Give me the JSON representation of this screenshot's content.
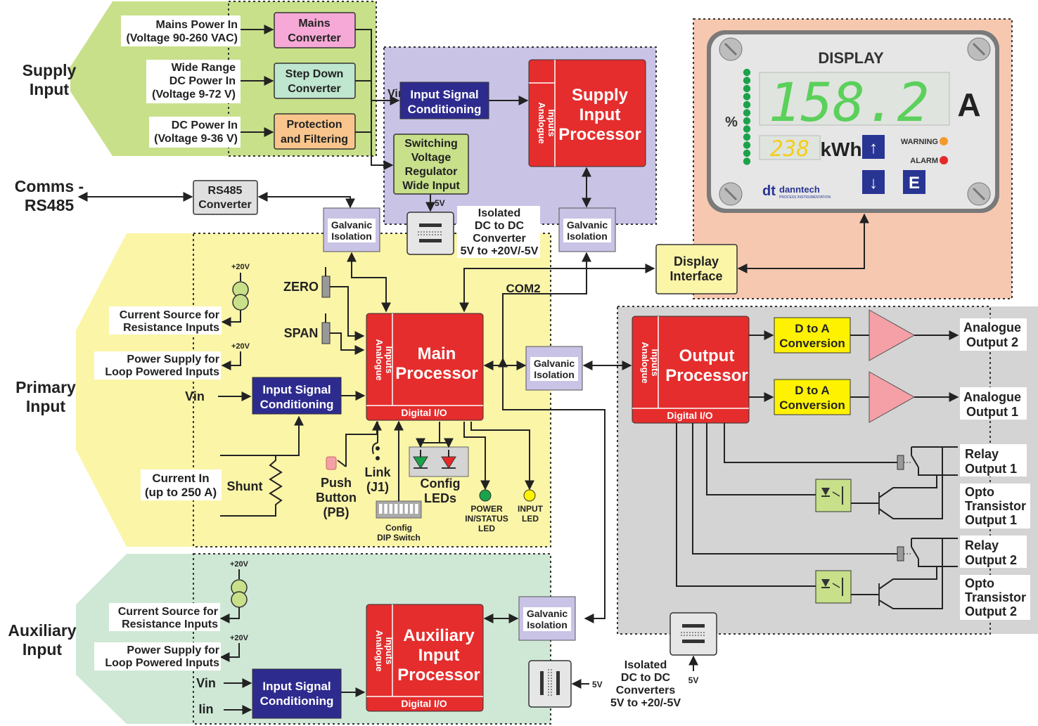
{
  "supply_input": {
    "section_label": [
      "Supply",
      "Input"
    ],
    "mains_power": [
      "Mains Power In",
      "(Voltage 90-260 VAC)"
    ],
    "wide_range_dc": [
      "Wide Range",
      "DC Power In",
      "(Voltage 9-72 V)"
    ],
    "dc_power": [
      "DC Power In",
      "(Voltage 9-36 V)"
    ],
    "mains_converter": [
      "Mains",
      "Converter"
    ],
    "step_down": [
      "Step Down",
      "Converter"
    ],
    "protection": [
      "Protection",
      "and Filtering"
    ],
    "vin": "Vin",
    "input_signal_conditioning": [
      "Input Signal",
      "Conditioning"
    ],
    "switching_regulator": [
      "Switching",
      "Voltage",
      "Regulator",
      "Wide Input"
    ],
    "supply_processor": [
      "Supply",
      "Input",
      "Processor"
    ],
    "analogue_inputs": [
      "Analogue",
      "Inputs"
    ],
    "five_v": "5V"
  },
  "comms": {
    "label": [
      "Comms -",
      "RS485"
    ],
    "converter": [
      "RS485",
      "Converter"
    ]
  },
  "galvanic": [
    "Galvanic",
    "Isolation"
  ],
  "isolated_converter_top": [
    "Isolated",
    "DC to DC",
    "Converter",
    "5V to +20V/-5V"
  ],
  "isolated_converters_bottom": [
    "Isolated",
    "DC to DC",
    "Converters",
    "5V to +20/-5V"
  ],
  "display": {
    "title": "DISPLAY",
    "main_value": "158.2",
    "unit": "A",
    "percent": "%",
    "secondary_value": "238",
    "secondary_unit": "kWh",
    "warning": "WARNING",
    "alarm": "ALARM",
    "brand": "danntech",
    "brand_sub": "PROCESS INSTRUMENTATION",
    "brand_logo": "dt",
    "button_up": "↑",
    "button_down": "↓",
    "button_e": "E",
    "bar_segments": 12,
    "colors": {
      "panel": "#f7c8b0",
      "led": "#1aa34a",
      "seg": "#5bd05b",
      "warning": "#f39a2e",
      "alarm": "#e62828",
      "button": "#283593"
    }
  },
  "display_interface": [
    "Display",
    "Interface"
  ],
  "primary_input": {
    "section_label": [
      "Primary",
      "Input"
    ],
    "plus20v": "+20V",
    "current_source": [
      "Current Source for",
      "Resistance Inputs"
    ],
    "power_supply": [
      "Power Supply for",
      "Loop Powered Inputs"
    ],
    "vin": "Vin",
    "current_in": [
      "Current In",
      "(up to 250 A)"
    ],
    "shunt": "Shunt",
    "zero": "ZERO",
    "span": "SPAN",
    "input_signal_conditioning": [
      "Input Signal",
      "Conditioning"
    ],
    "main_processor": [
      "Main",
      "Processor"
    ],
    "analogue_inputs": [
      "Analogue",
      "Inputs"
    ],
    "digital_io": "Digital I/O",
    "com2": "COM2",
    "push_button": [
      "Push",
      "Button",
      "(PB)"
    ],
    "link": [
      "Link",
      "(J1)"
    ],
    "config_leds": [
      "Config",
      "LEDs"
    ],
    "config_dip": [
      "Config",
      "DIP Switch"
    ],
    "power_led": [
      "POWER",
      "IN/STATUS",
      "LED"
    ],
    "input_led": [
      "INPUT",
      "LED"
    ]
  },
  "output": {
    "processor": [
      "Output",
      "Processor"
    ],
    "analogue_inputs": [
      "Analogue",
      "Inputs"
    ],
    "digital_io": "Digital I/O",
    "d_to_a": [
      "D to A",
      "Conversion"
    ],
    "analogue_output_2": [
      "Analogue",
      "Output 2"
    ],
    "analogue_output_1": [
      "Analogue",
      "Output 1"
    ],
    "relay_output_1": [
      "Relay",
      "Output 1"
    ],
    "opto_output_1": [
      "Opto",
      "Transistor",
      "Output 1"
    ],
    "relay_output_2": [
      "Relay",
      "Output 2"
    ],
    "opto_output_2": [
      "Opto",
      "Transistor",
      "Output 2"
    ],
    "five_v": "5V"
  },
  "auxiliary_input": {
    "section_label": [
      "Auxiliary",
      "Input"
    ],
    "plus20v": "+20V",
    "current_source": [
      "Current Source for",
      "Resistance Inputs"
    ],
    "power_supply": [
      "Power Supply for",
      "Loop Powered Inputs"
    ],
    "vin": "Vin",
    "iin": "Iin",
    "input_signal_conditioning": [
      "Input Signal",
      "Conditioning"
    ],
    "processor": [
      "Auxiliary",
      "Input",
      "Processor"
    ],
    "analogue_inputs": [
      "Analogue",
      "Inputs"
    ],
    "digital_io": "Digital I/O",
    "five_v": "5V"
  },
  "colors": {
    "supply_bg": "#c8e08a",
    "purple_bg": "#c9c3e6",
    "primary_bg": "#fbf5a8",
    "aux_bg": "#cfe8d6",
    "output_bg": "#d4d4d4",
    "processor": "#e52d2d",
    "isc": "#2e2b8f",
    "dtoa": "#fff200",
    "amp": "#f4a0a6"
  }
}
